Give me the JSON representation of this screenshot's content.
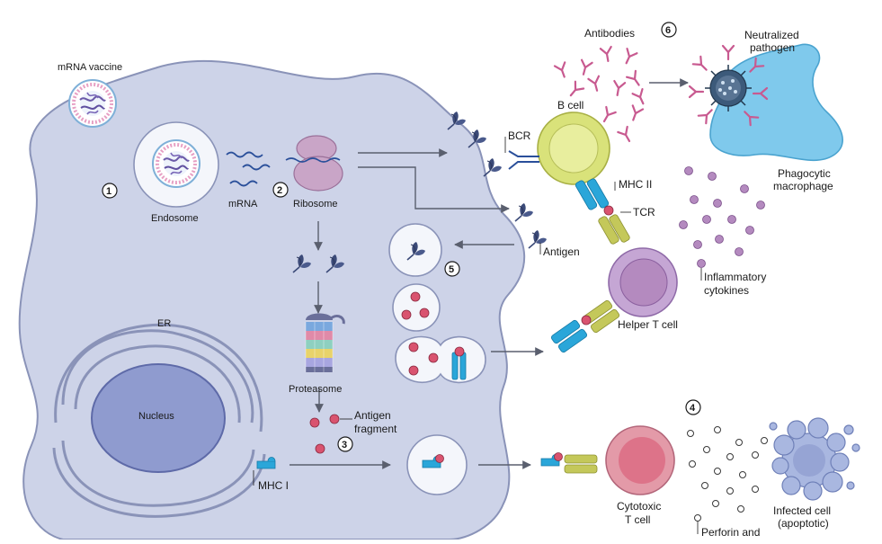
{
  "labels": {
    "mrna_vaccine": "mRNA vaccine",
    "endosome": "Endosome",
    "mrna": "mRNA",
    "ribosome": "Ribosome",
    "er": "ER",
    "nucleus": "Nucleus",
    "proteasome": "Proteasome",
    "antigen_fragment_1": "Antigen",
    "antigen_fragment_2": "fragment",
    "mhc1": "MHC I",
    "antibodies": "Antibodies",
    "neutralized_1": "Neutralized",
    "neutralized_2": "pathogen",
    "b_cell": "B cell",
    "bcr": "BCR",
    "mhc2": "MHC II",
    "tcr": "TCR",
    "antigen": "Antigen",
    "phagocytic_1": "Phagocytic",
    "phagocytic_2": "macrophage",
    "inflammatory_1": "Inflammatory",
    "inflammatory_2": "cytokines",
    "helper_t": "Helper T cell",
    "cytotoxic_1": "Cytotoxic",
    "cytotoxic_2": "T cell",
    "perforin": "Perforin and",
    "infected_1": "Infected cell",
    "infected_2": "(apoptotic)"
  },
  "steps": [
    "1",
    "2",
    "3",
    "4",
    "5",
    "6"
  ],
  "colors": {
    "cell_fill": "#cdd3e8",
    "cell_stroke": "#8a93b8",
    "nucleus": "#8f9bcf",
    "antigen": "#3b4a78",
    "mhc": "#2aa6d9",
    "fragment": "#d9536f",
    "b_cell": "#d9e27a",
    "helper_t": "#c5a6d4",
    "cytotoxic": "#e39aa8",
    "antibody": "#c85a90",
    "macrophage": "#7fc9ec",
    "cytokine": "#b48abf",
    "tcr": "#c4c85a"
  }
}
